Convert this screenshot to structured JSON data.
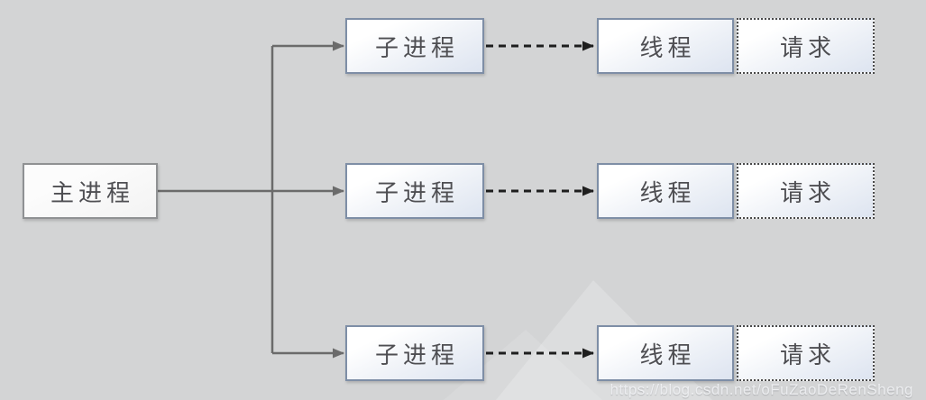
{
  "diagram": {
    "title_hint": "main-process / child-process / thread / request fan-out diagram",
    "main": {
      "label": "主进程"
    },
    "rows": [
      {
        "child": "子进程",
        "thread": "线程",
        "request": "请求"
      },
      {
        "child": "子进程",
        "thread": "线程",
        "request": "请求"
      },
      {
        "child": "子进程",
        "thread": "线程",
        "request": "请求"
      }
    ]
  },
  "watermark": {
    "text": "https://blog.csdn.net/oFuZaoDeRenSheng"
  },
  "colors": {
    "background": "#d3d4d5",
    "process_box_border": "#7e8ea6",
    "main_box_border": "#8f9193",
    "request_box_border": "#4a4a4a",
    "box_fill_top": "#ffffff",
    "box_fill_bottom": "#dde4f0",
    "solid_connector": "#6b6b6b",
    "dashed_connector": "#1e1e1e",
    "label_text": "#4e4e52"
  }
}
